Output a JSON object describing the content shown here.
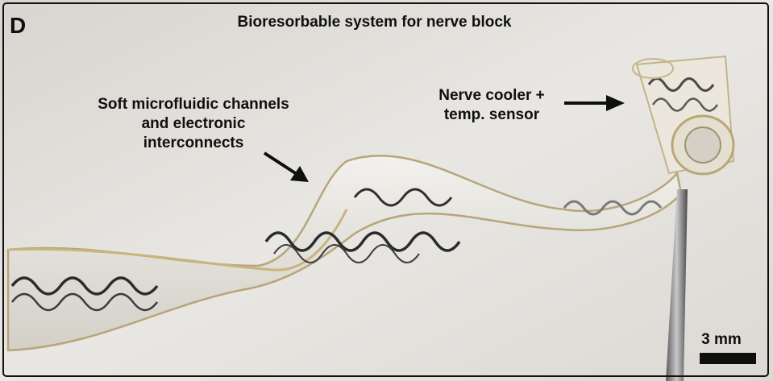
{
  "figure": {
    "panel_letter": "D",
    "title": "Bioresorbable system for nerve block",
    "annotations": {
      "channels": [
        "Soft microfluidic channels",
        "and electronic",
        "interconnects"
      ],
      "cooler": [
        "Nerve cooler +",
        "temp. sensor"
      ]
    },
    "scale_bar": {
      "label": "3 mm"
    }
  }
}
